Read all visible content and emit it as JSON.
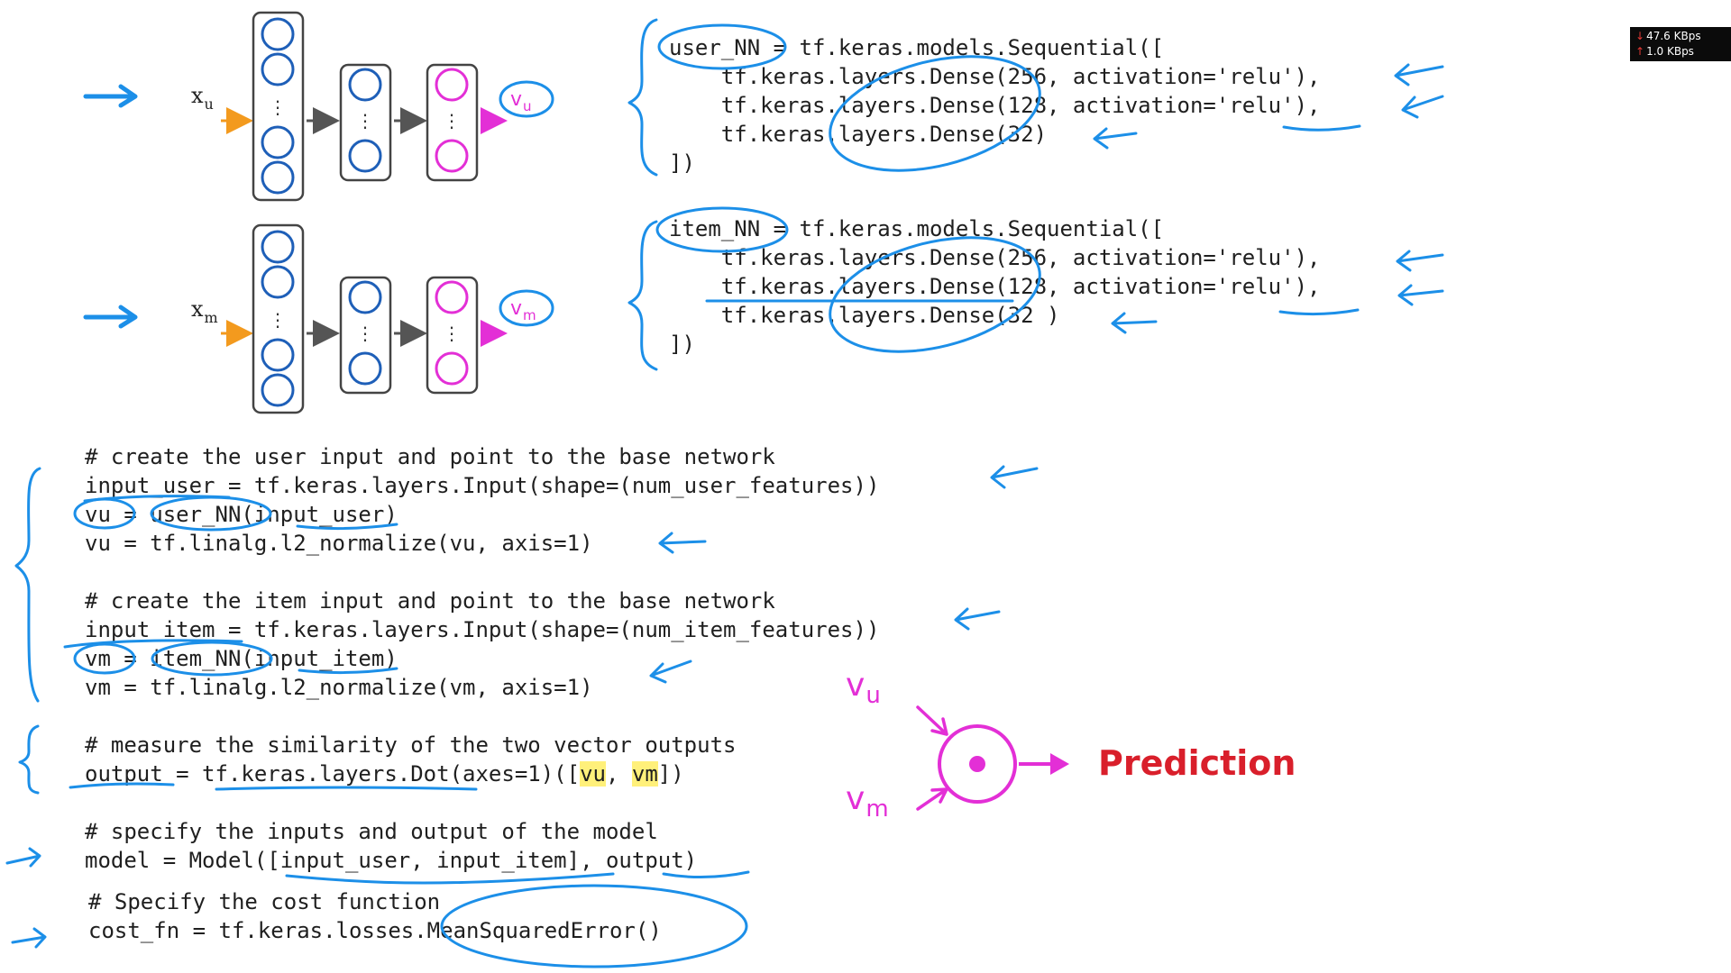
{
  "overlay": {
    "download_rate": "47.6 KBps",
    "upload_rate": "1.0 KBps"
  },
  "diagram": {
    "user_input_label": "x",
    "user_input_sub": "u",
    "item_input_label": "x",
    "item_input_sub": "m",
    "user_output_label": "v",
    "user_output_sub": "u",
    "item_output_label": "v",
    "item_output_sub": "m",
    "ellipsis": "⋮"
  },
  "dot_diagram": {
    "vu_label": "v",
    "vu_sub": "u",
    "vm_label": "v",
    "vm_sub": "m",
    "prediction_label": "Prediction"
  },
  "code": {
    "user_nn": [
      "user_NN = tf.keras.models.Sequential([",
      "    tf.keras.layers.Dense(256, activation='relu'),",
      "    tf.keras.layers.Dense(128, activation='relu'),",
      "    tf.keras.layers.Dense(32)",
      "])"
    ],
    "item_nn": [
      "item_NN = tf.keras.models.Sequential([",
      "    tf.keras.layers.Dense(256, activation='relu'),",
      "    tf.keras.layers.Dense(128, activation='relu'),",
      "    tf.keras.layers.Dense(32 )",
      "])"
    ],
    "user_block": [
      "# create the user input and point to the base network",
      "input_user = tf.keras.layers.Input(shape=(num_user_features))",
      "vu = user_NN(input_user)",
      "vu = tf.linalg.l2_normalize(vu, axis=1)"
    ],
    "item_block": [
      "# create the item input and point to the base network",
      "input_item = tf.keras.layers.Input(shape=(num_item_features))",
      "vm = item_NN(input_item)",
      "vm = tf.linalg.l2_normalize(vm, axis=1)"
    ],
    "similarity_comment": "# measure the similarity of the two vector outputs",
    "output_line": {
      "prefix": "output = tf.keras.layers.Dot(axes=1)([",
      "vu": "vu",
      "sep": ", ",
      "vm": "vm",
      "suffix": "])"
    },
    "model_comment": "# specify the inputs and output of the model",
    "model_line": "model = Model([input_user, input_item], output)",
    "cost_comment": "# Specify the cost function",
    "cost_line": "cost_fn = tf.keras.losses.MeanSquaredError()"
  },
  "colors": {
    "annotation_blue": "#1c8fe8",
    "network_blue": "#1e5fb8",
    "magenta": "#e32fd6",
    "orange": "#f39a1e",
    "prediction_red": "#d91f2b",
    "highlight": "#fff07a"
  }
}
